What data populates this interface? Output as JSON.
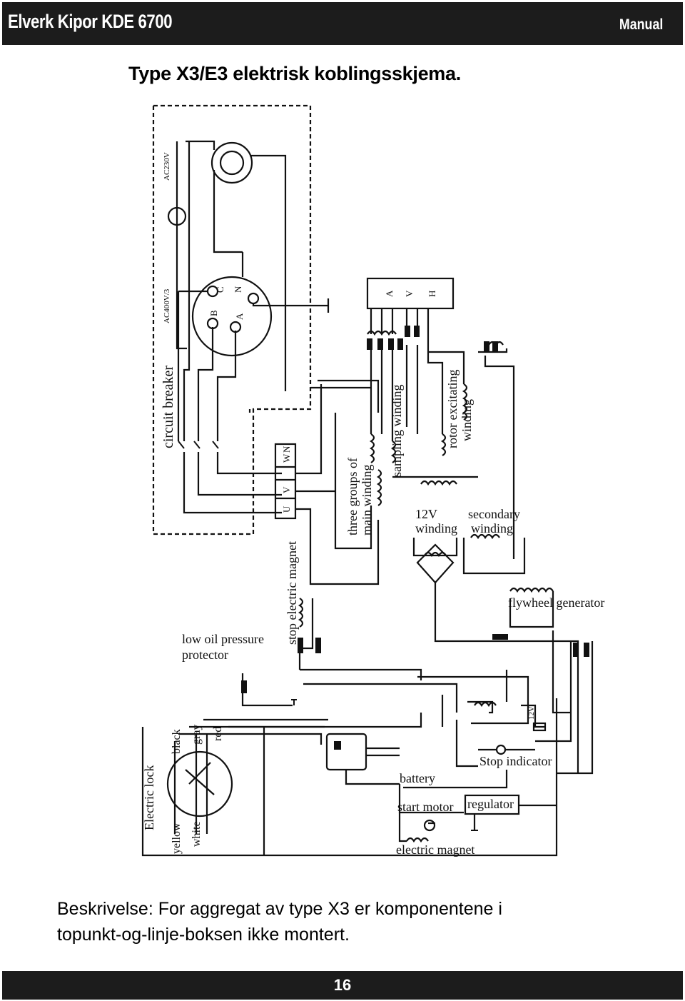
{
  "header": {
    "doc_title": "Elverk Kipor KDE 6700",
    "section": "Manual"
  },
  "page_title": "Type X3/E3 elektrisk koblingsskjema.",
  "diagram": {
    "labels": {
      "ac230v": "AC230V",
      "ac400v": "AC400V/3",
      "circuit_breaker": "circuit breaker",
      "pin_b": "B",
      "pin_c": "C",
      "pin_n": "N",
      "pin_a": "A",
      "terminal_w": "W",
      "terminal_n": "N",
      "terminal_u": "U",
      "terminal_v": "V",
      "avr_a": "A",
      "avr_v": "V",
      "avr_h": "H",
      "rotor": "rotor excitating",
      "rotor2": "winding",
      "sampling": "sampling winding",
      "main1": "three groups of",
      "main2": "main winding",
      "w12v": "12V",
      "w12v_2": "winding",
      "secondary": "secondary",
      "secondary2": "winding",
      "stop_magnet": "stop electric magnet",
      "flywheel": "flywheel generator",
      "low_oil": "low oil pressure",
      "protector": "protector",
      "black": "black",
      "gray": "gray",
      "red": "red",
      "electric_lock": "Electric lock",
      "yellow": "yellow",
      "white": "white",
      "battery": "battery",
      "start_motor": "start motor",
      "regulator": "regulator",
      "electric_magnet": "electric magnet",
      "stop_indicator": "Stop indicator",
      "v12": "12V"
    }
  },
  "caption": {
    "line1": "Beskrivelse: For aggregat av type X3 er komponentene i",
    "line2": "topunkt-og-linje-boksen ikke montert."
  },
  "footer": {
    "page_number": "16"
  }
}
